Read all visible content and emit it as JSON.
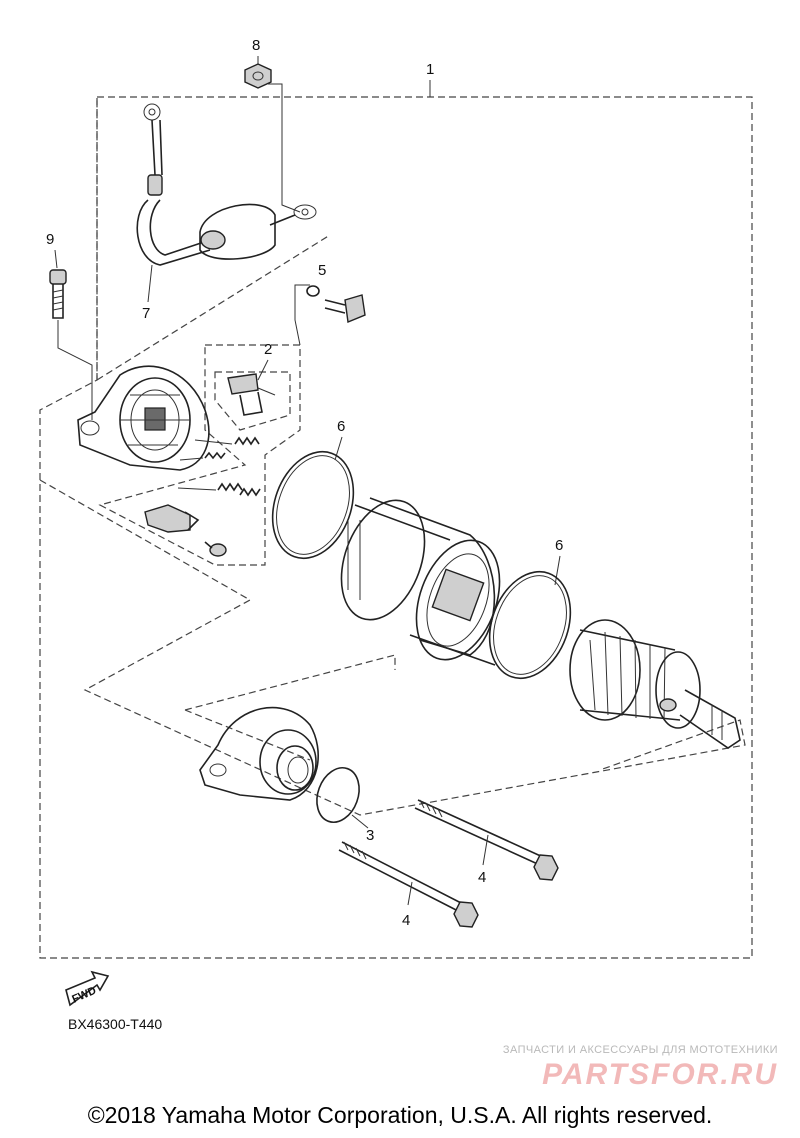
{
  "callouts": {
    "c1": "1",
    "c2": "2",
    "c3": "3",
    "c4a": "4",
    "c4b": "4",
    "c5": "5",
    "c6a": "6",
    "c6b": "6",
    "c7": "7",
    "c8": "8",
    "c9": "9"
  },
  "fwd_label": "FWD",
  "diagram_code": "BX46300-T440",
  "watermark": {
    "tagline": "ЗАПЧАСТИ И АКСЕССУАРЫ ДЛЯ МОТОТЕХНИКИ",
    "brand": "PARTSFOR.RU"
  },
  "copyright": "©2018 Yamaha Motor Corporation, U.S.A. All rights reserved."
}
